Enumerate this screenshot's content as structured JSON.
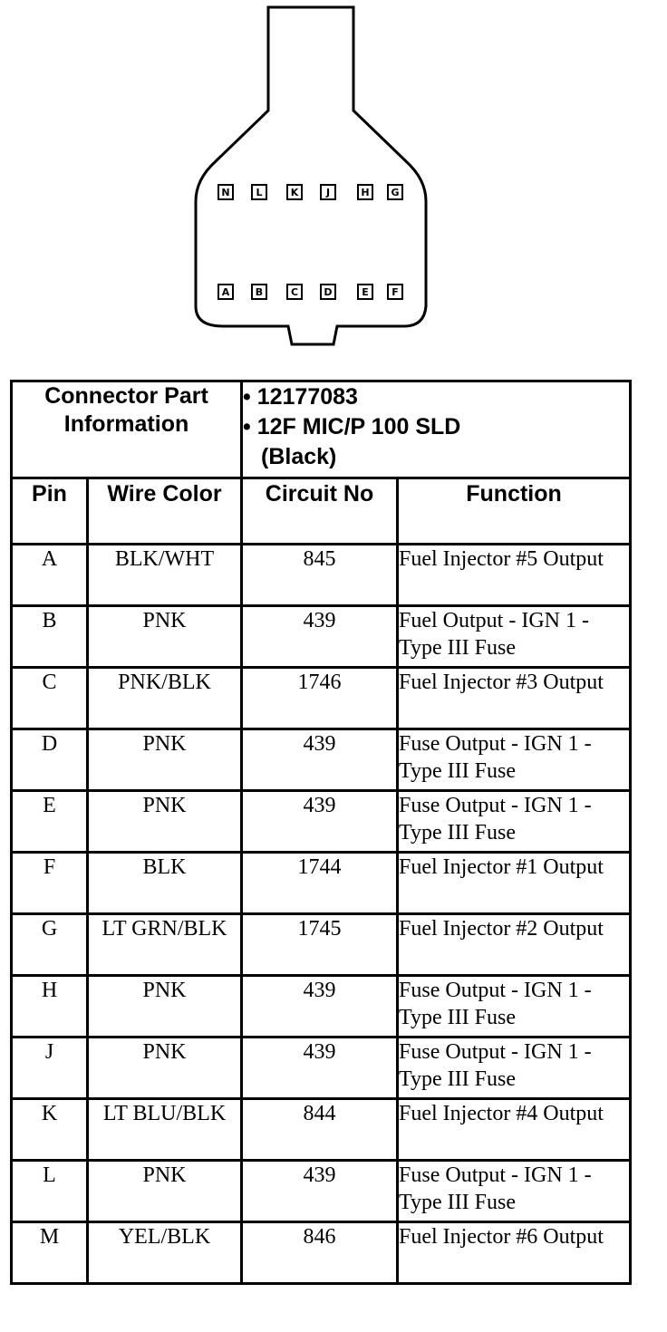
{
  "connector": {
    "top_pins": [
      "N",
      "L",
      "K",
      "J",
      "H",
      "G"
    ],
    "bottom_pins": [
      "A",
      "B",
      "C",
      "D",
      "E",
      "F"
    ]
  },
  "table": {
    "part_info_label": "Connector Part Information",
    "part_info_lines": [
      "• 12177083",
      "• 12F MIC/P 100 SLD",
      "(Black)"
    ],
    "headers": [
      "Pin",
      "Wire Color",
      "Circuit No",
      "Function"
    ],
    "rows": [
      {
        "pin": "A",
        "wire_color": "BLK/WHT",
        "circuit": "845",
        "function": "Fuel Injector #5 Output"
      },
      {
        "pin": "B",
        "wire_color": "PNK",
        "circuit": "439",
        "function": "Fuel Output - IGN 1 - Type III Fuse"
      },
      {
        "pin": "C",
        "wire_color": "PNK/BLK",
        "circuit": "1746",
        "function": "Fuel Injector #3 Output"
      },
      {
        "pin": "D",
        "wire_color": "PNK",
        "circuit": "439",
        "function": "Fuse Output - IGN 1 - Type III Fuse"
      },
      {
        "pin": "E",
        "wire_color": "PNK",
        "circuit": "439",
        "function": "Fuse Output - IGN 1 - Type III Fuse"
      },
      {
        "pin": "F",
        "wire_color": "BLK",
        "circuit": "1744",
        "function": "Fuel Injector #1 Output"
      },
      {
        "pin": "G",
        "wire_color": "LT GRN/BLK",
        "circuit": "1745",
        "function": "Fuel Injector #2 Output"
      },
      {
        "pin": "H",
        "wire_color": "PNK",
        "circuit": "439",
        "function": "Fuse Output - IGN 1 - Type III Fuse"
      },
      {
        "pin": "J",
        "wire_color": "PNK",
        "circuit": "439",
        "function": "Fuse Output - IGN 1 - Type III Fuse"
      },
      {
        "pin": "K",
        "wire_color": "LT BLU/BLK",
        "circuit": "844",
        "function": "Fuel Injector #4 Output"
      },
      {
        "pin": "L",
        "wire_color": "PNK",
        "circuit": "439",
        "function": "Fuse Output - IGN 1 - Type III Fuse"
      },
      {
        "pin": "M",
        "wire_color": "YEL/BLK",
        "circuit": "846",
        "function": "Fuel Injector #6 Output"
      }
    ]
  }
}
